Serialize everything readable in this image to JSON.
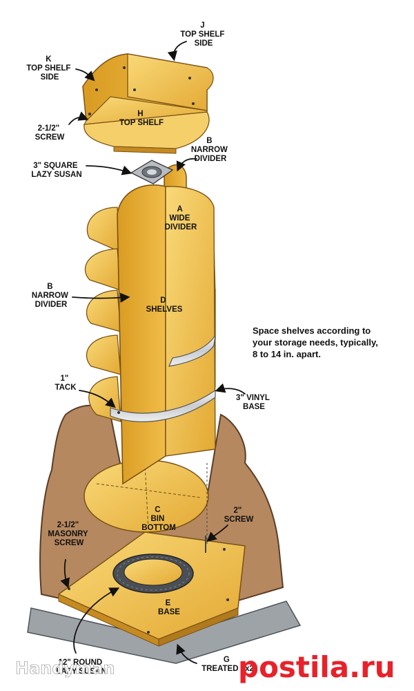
{
  "labels": {
    "j": {
      "letter": "J",
      "line1": "TOP SHELF",
      "line2": "SIDE"
    },
    "k": {
      "letter": "K",
      "line1": "TOP SHELF",
      "line2": "SIDE"
    },
    "screw_top": {
      "line1": "2-1/2\"",
      "line2": "SCREW"
    },
    "h": {
      "letter": "H",
      "line1": "TOP SHELF"
    },
    "b_top": {
      "letter": "B",
      "line1": "NARROW",
      "line2": "DIVIDER"
    },
    "lazy_small": {
      "line1": "3\" SQUARE",
      "line2": "LAZY SUSAN"
    },
    "a": {
      "letter": "A",
      "line1": "WIDE",
      "line2": "DIVIDER"
    },
    "b_left": {
      "letter": "B",
      "line1": "NARROW",
      "line2": "DIVIDER"
    },
    "d": {
      "letter": "D",
      "line1": "SHELVES"
    },
    "tack": {
      "line1": "1\"",
      "line2": "TACK"
    },
    "vinyl": {
      "line1": "3\" VINYL",
      "line2": "BASE"
    },
    "c": {
      "letter": "C",
      "line1": "BIN",
      "line2": "BOTTOM"
    },
    "screw_2": {
      "line1": "2\"",
      "line2": "SCREW"
    },
    "masonry": {
      "line1": "2-1/2\"",
      "line2": "MASONRY",
      "line3": "SCREW"
    },
    "e": {
      "letter": "E",
      "line1": "BASE"
    },
    "lazy_round": {
      "line1": "12\" ROUND",
      "line2": "LAZY SUSAN"
    },
    "g": {
      "letter": "G",
      "line1": "TREATED 1x2"
    }
  },
  "note": {
    "line1": "Space shelves according to",
    "line2": "your storage needs, typically,",
    "line3": "8 to 14 in. apart."
  },
  "watermarks": {
    "left": "Handyman",
    "right": "postila.ru"
  },
  "colors": {
    "wood": "#f2c24a",
    "wood_dark": "#d99b22",
    "wall": "#b0805a",
    "floor": "#9aa0a5",
    "watermark_red": "#e8212a"
  }
}
